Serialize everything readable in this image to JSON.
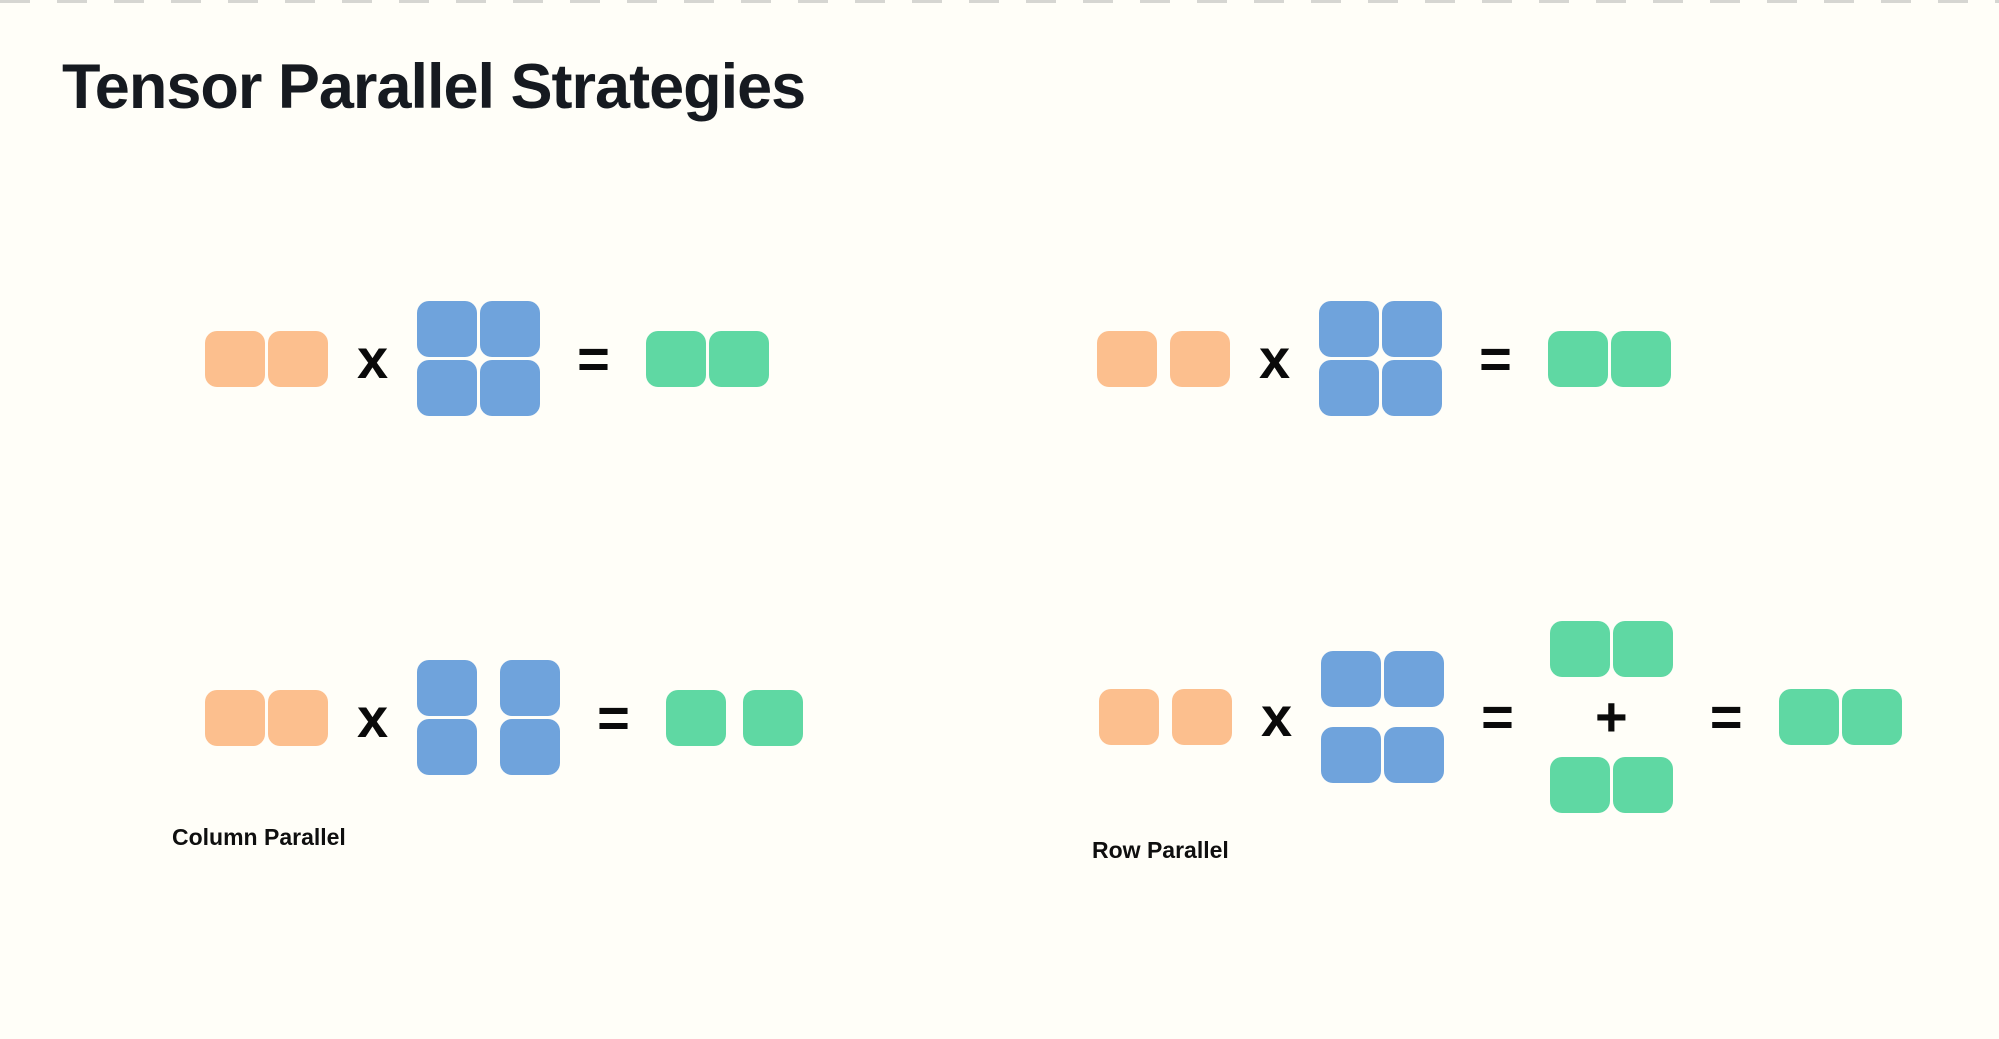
{
  "title": "Tensor Parallel Strategies",
  "operators": {
    "multiply": "x",
    "equals": "=",
    "plus": "+"
  },
  "colors": {
    "background": "#FFFEF8",
    "input_orange": "#FCBF8E",
    "weight_blue": "#6FA3DC",
    "output_green": "#5FD8A3",
    "title_text": "#161A20",
    "label_text": "#0F0F0F",
    "operator_text": "#0A0A0A",
    "top_dash": "#D6D6D2"
  },
  "diagrams": {
    "top_left": {
      "input": {
        "dims": "1x2",
        "color": "orange",
        "split": false
      },
      "weight": {
        "dims": "2x2",
        "color": "blue",
        "split": "none"
      },
      "output": {
        "dims": "1x2",
        "color": "green",
        "split": false
      }
    },
    "top_right": {
      "input": {
        "dims": "1x2",
        "color": "orange",
        "split": true
      },
      "weight": {
        "dims": "2x2",
        "color": "blue",
        "split": "none"
      },
      "output": {
        "dims": "1x2",
        "color": "green",
        "split": false
      }
    },
    "bottom_left": {
      "label": "Column Parallel",
      "input": {
        "dims": "1x2",
        "color": "orange",
        "split": false
      },
      "weight": {
        "dims": "2x2",
        "color": "blue",
        "split": "columns"
      },
      "output": {
        "dims": "1x2",
        "color": "green",
        "split": true
      }
    },
    "bottom_right": {
      "label": "Row Parallel",
      "input": {
        "dims": "1x2",
        "color": "orange",
        "split": true
      },
      "weight": {
        "dims": "2x2",
        "color": "blue",
        "split": "rows"
      },
      "partial_outputs": {
        "count": 2,
        "dims": "1x2",
        "color": "green",
        "combined_with": "+"
      },
      "output": {
        "dims": "1x2",
        "color": "green",
        "split": false
      }
    }
  }
}
